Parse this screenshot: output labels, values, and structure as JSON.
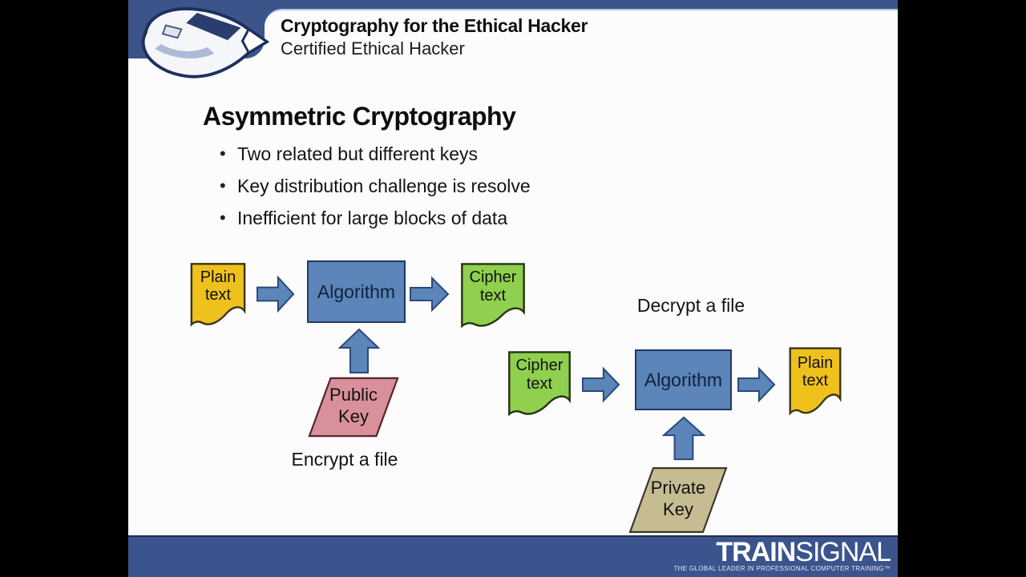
{
  "header": {
    "title": "Cryptography for the Ethical Hacker",
    "subtitle": "Certified Ethical Hacker"
  },
  "slide": {
    "heading": "Asymmetric Cryptography",
    "bullets": [
      "Two related but different keys",
      "Key distribution challenge is resolve",
      "Inefficient for large blocks of data"
    ]
  },
  "diagram": {
    "encrypt": {
      "caption": "Encrypt a file",
      "input": "Plain text",
      "process": "Algorithm",
      "output": "Cipher text",
      "key": "Public Key"
    },
    "decrypt": {
      "caption": "Decrypt a file",
      "input": "Cipher text",
      "process": "Algorithm",
      "output": "Plain text",
      "key": "Private Key"
    }
  },
  "footer": {
    "brand_bold": "TRAIN",
    "brand_light": "SIGNAL",
    "tagline": "THE GLOBAL LEADER IN PROFESSIONAL COMPUTER TRAINING™"
  },
  "colors": {
    "header_blue": "#3d548a",
    "footer_blue": "#3b548e",
    "light_blue_line": "#aec6e6",
    "node_blue": "#5c85b9",
    "node_blue_border": "#1e3a66",
    "arrow_blue": "#5c85b9",
    "arrow_border": "#2a4a7a",
    "plain_yellow": "#eec11d",
    "cipher_green": "#8fd04e",
    "public_key_pink": "#d8909a",
    "private_key_tan": "#c6bc92"
  }
}
